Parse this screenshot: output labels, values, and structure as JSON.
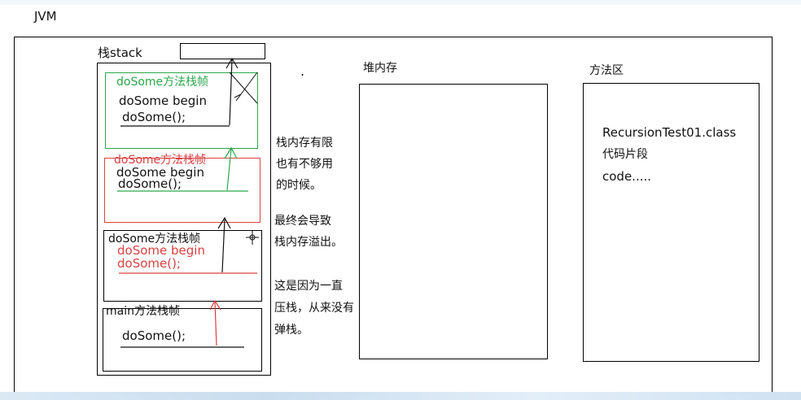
{
  "jvm_label": "JVM",
  "stack": {
    "title": "栈stack",
    "frames": [
      {
        "title": "doSome方法栈帧",
        "lines": [
          "doSome begin",
          "doSome();"
        ],
        "color": "#2aa84a",
        "text_color": "#111111"
      },
      {
        "title": "doSome方法栈帧",
        "lines": [
          "doSome begin",
          "doSome();"
        ],
        "color": "#d94040",
        "text_color": "#111111"
      },
      {
        "title": "doSome方法栈帧",
        "lines": [
          "doSome begin",
          "doSome();"
        ],
        "color": "#111111",
        "text_color": "#d94040"
      },
      {
        "title": "main方法栈帧",
        "lines": [
          "doSome();"
        ],
        "color": "#111111",
        "text_color": "#111111"
      }
    ]
  },
  "notes": {
    "block1": [
      "栈内存有限",
      "也有不够用",
      "的时候。"
    ],
    "block2": [
      "最终会导致",
      "栈内存溢出。"
    ],
    "block3": [
      "这是因为一直",
      "压栈，从来没有",
      "弹栈。"
    ]
  },
  "heap": {
    "title": "堆内存"
  },
  "method_area": {
    "title": "方法区",
    "lines": [
      "RecursionTest01.class",
      "代码片段",
      "code....."
    ]
  },
  "dot": "."
}
